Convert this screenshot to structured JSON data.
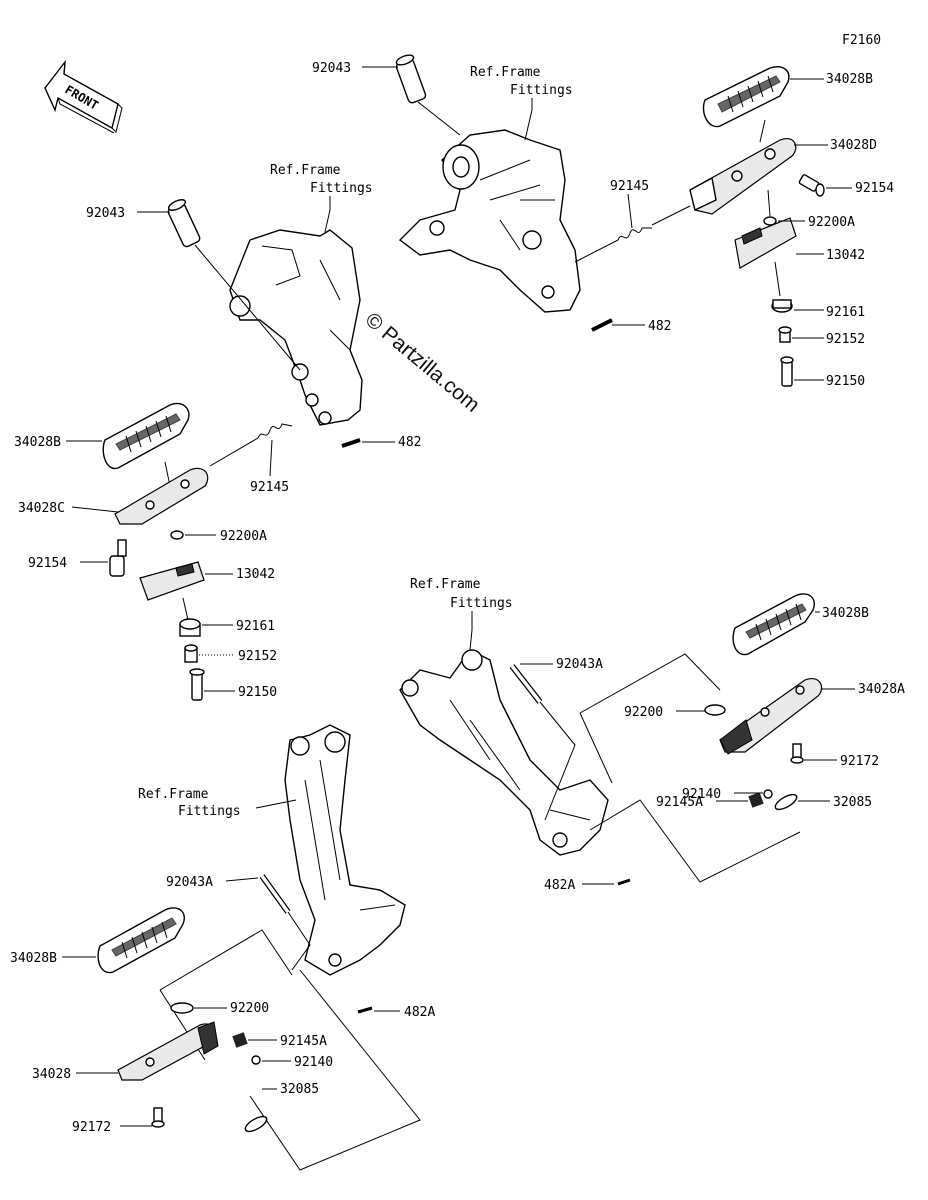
{
  "figure_code": "F2160",
  "front_label": "FRONT",
  "watermark": "© Partzilla.com",
  "ref_labels": [
    {
      "id": "ref_top",
      "line1": "Ref.Frame",
      "line2": "Fittings"
    },
    {
      "id": "ref_left",
      "line1": "Ref.Frame",
      "line2": "Fittings"
    },
    {
      "id": "ref_mid",
      "line1": "Ref.Frame",
      "line2": "Fittings"
    },
    {
      "id": "ref_low",
      "line1": "Ref.Frame",
      "line2": "Fittings"
    }
  ],
  "callouts": [
    {
      "id": "c01",
      "text": "92043"
    },
    {
      "id": "c02",
      "text": "34028B"
    },
    {
      "id": "c03",
      "text": "34028D"
    },
    {
      "id": "c04",
      "text": "92154"
    },
    {
      "id": "c05",
      "text": "92145"
    },
    {
      "id": "c06",
      "text": "92200A"
    },
    {
      "id": "c07",
      "text": "13042"
    },
    {
      "id": "c08",
      "text": "92161"
    },
    {
      "id": "c09",
      "text": "482"
    },
    {
      "id": "c10",
      "text": "92152"
    },
    {
      "id": "c11",
      "text": "92150"
    },
    {
      "id": "c12",
      "text": "92043"
    },
    {
      "id": "c13",
      "text": "34028B"
    },
    {
      "id": "c14",
      "text": "482"
    },
    {
      "id": "c15",
      "text": "92145"
    },
    {
      "id": "c16",
      "text": "34028C"
    },
    {
      "id": "c17",
      "text": "92200A"
    },
    {
      "id": "c18",
      "text": "92154"
    },
    {
      "id": "c19",
      "text": "13042"
    },
    {
      "id": "c20",
      "text": "92161"
    },
    {
      "id": "c21",
      "text": "92152"
    },
    {
      "id": "c22",
      "text": "92150"
    },
    {
      "id": "c23",
      "text": "92043A"
    },
    {
      "id": "c24",
      "text": "34028B"
    },
    {
      "id": "c25",
      "text": "34028A"
    },
    {
      "id": "c26",
      "text": "92200"
    },
    {
      "id": "c27",
      "text": "92172"
    },
    {
      "id": "c28",
      "text": "92145A"
    },
    {
      "id": "c29",
      "text": "92140"
    },
    {
      "id": "c30",
      "text": "32085"
    },
    {
      "id": "c31",
      "text": "482A"
    },
    {
      "id": "c32",
      "text": "92043A"
    },
    {
      "id": "c33",
      "text": "34028B"
    },
    {
      "id": "c34",
      "text": "92200"
    },
    {
      "id": "c35",
      "text": "482A"
    },
    {
      "id": "c36",
      "text": "34028"
    },
    {
      "id": "c37",
      "text": "92145A"
    },
    {
      "id": "c38",
      "text": "92140"
    },
    {
      "id": "c39",
      "text": "32085"
    },
    {
      "id": "c40",
      "text": "92172"
    }
  ]
}
